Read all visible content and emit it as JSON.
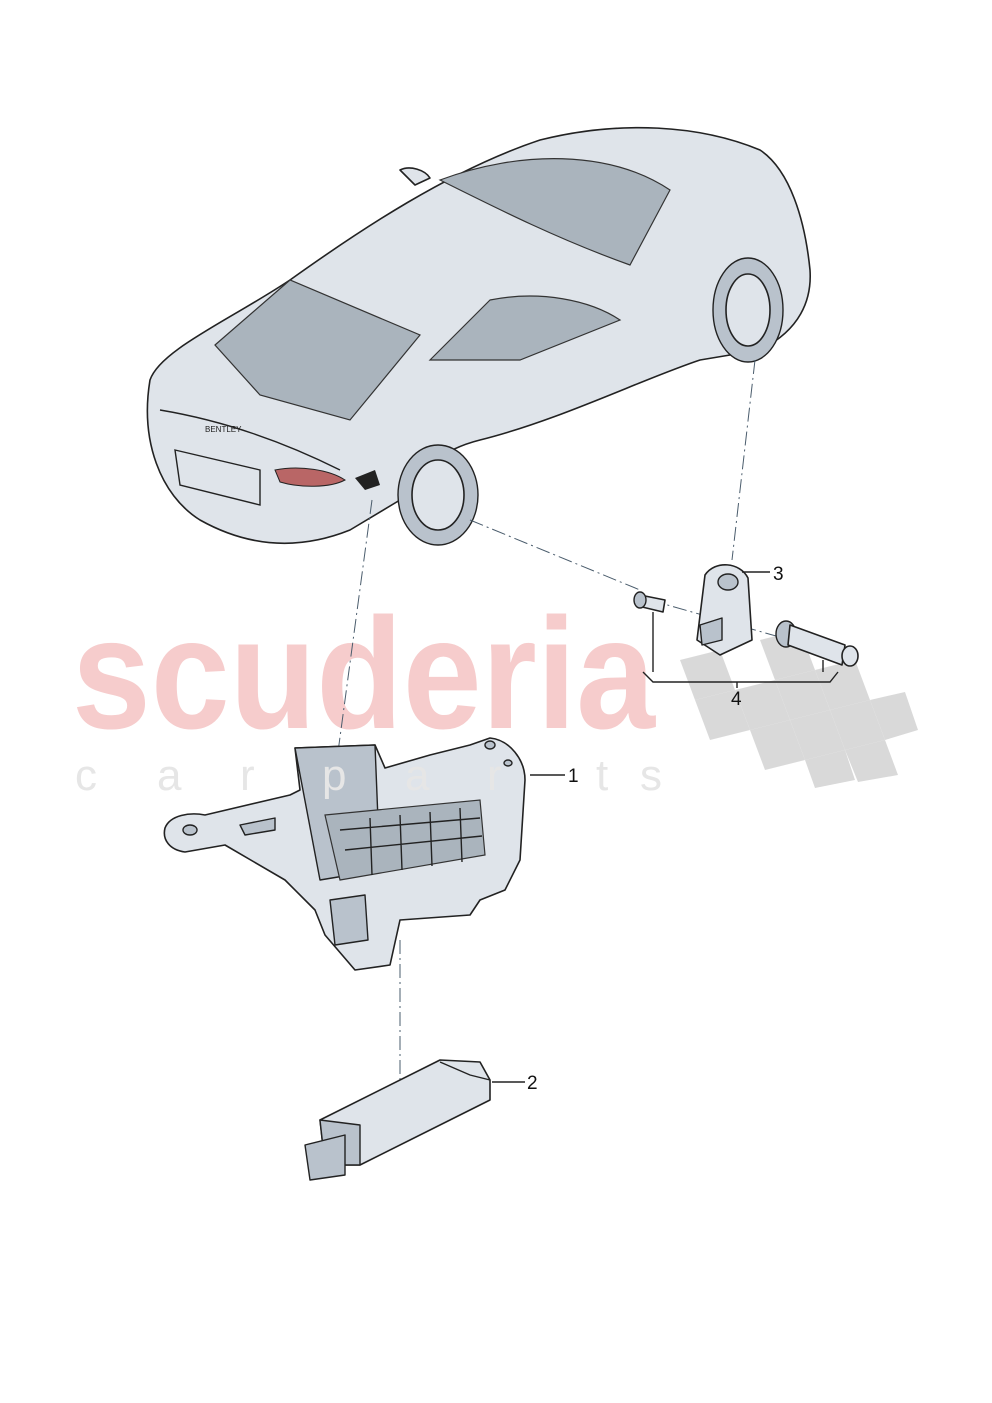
{
  "watermark": {
    "brand": "scuderia",
    "subtitle_letters": [
      "c",
      "a",
      "r",
      "p",
      "a",
      "r",
      "t",
      "s"
    ],
    "color": "#f6cccc"
  },
  "car": {
    "badge": "BENTLEY"
  },
  "callouts": [
    {
      "number": "1",
      "part": "bracket"
    },
    {
      "number": "2",
      "part": "control-module"
    },
    {
      "number": "3",
      "part": "tyre-pressure-sensor"
    },
    {
      "number": "4",
      "part": "valve-and-screw-set"
    }
  ]
}
